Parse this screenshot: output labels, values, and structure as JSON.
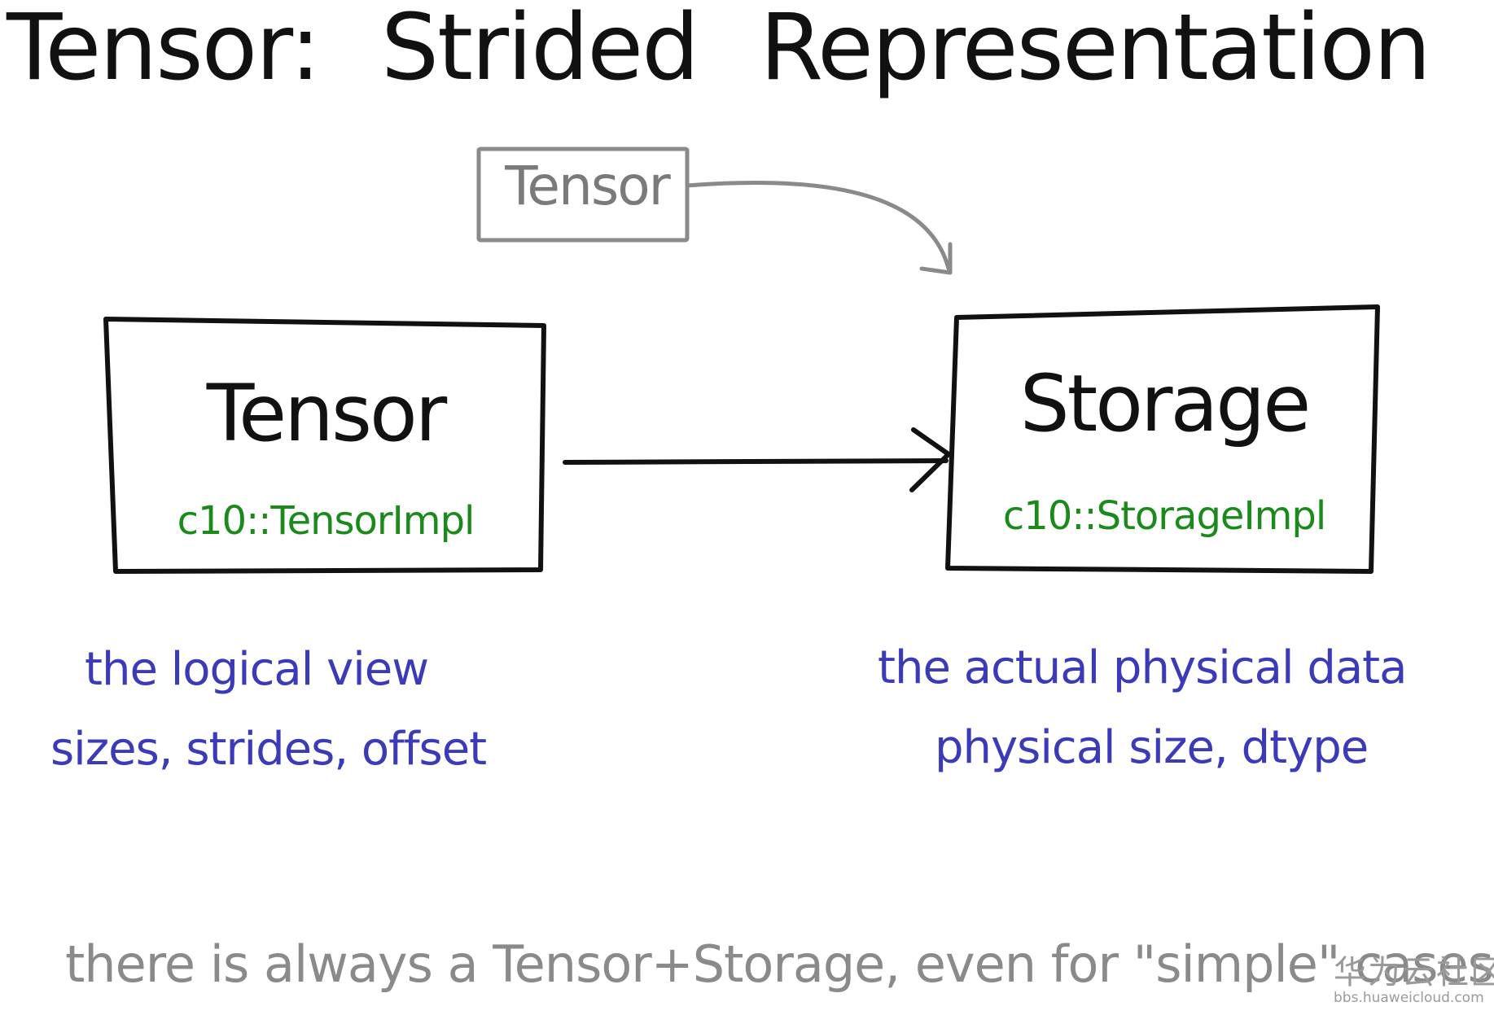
{
  "title": {
    "word1": "Tensor:",
    "word2": "Strided",
    "word3": "Representation"
  },
  "diagram": {
    "small_tensor_label": "Tensor",
    "left_box": {
      "title": "Tensor",
      "impl": "c10::TensorImpl"
    },
    "right_box": {
      "title": "Storage",
      "impl": "c10::StorageImpl"
    },
    "left_notes": {
      "line1": "the logical view",
      "line2": "sizes, strides, offset"
    },
    "right_notes": {
      "line1": "the actual physical data",
      "line2": "physical size, dtype"
    },
    "footer": "there is always a Tensor+Storage, even for \"simple\" cases"
  },
  "watermark": {
    "cn": "华为云社区",
    "url": "bbs.huaweicloud.com"
  },
  "colors": {
    "ink": "#111111",
    "impl_green": "#1a8a1a",
    "note_blue": "#3b3ab8",
    "small_gray": "#7a7a7a",
    "footer_gray": "#8a8a8a"
  }
}
